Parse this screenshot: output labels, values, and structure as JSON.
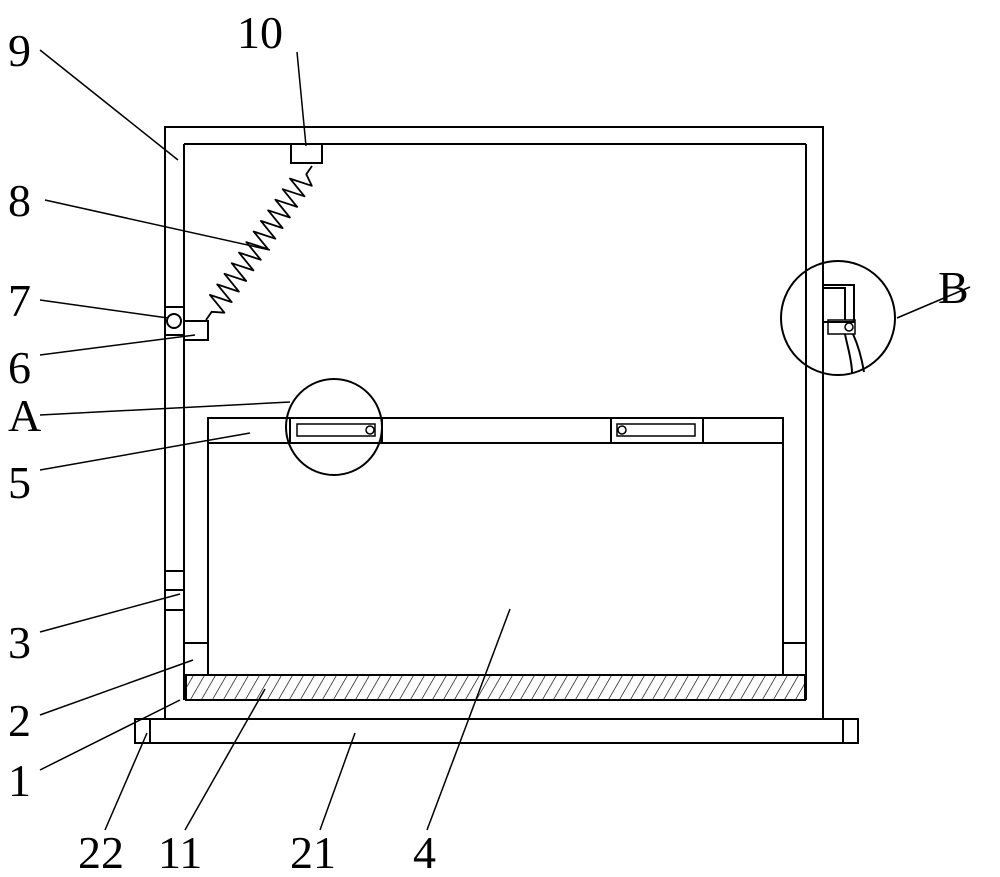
{
  "diagram": {
    "labels": {
      "l1": "1",
      "l2": "2",
      "l3": "3",
      "l4": "4",
      "l5": "5",
      "l6": "6",
      "l7": "7",
      "l8": "8",
      "l9": "9",
      "l10": "10",
      "l11": "11",
      "l21": "21",
      "l22": "22",
      "lA": "A",
      "lB": "B"
    }
  }
}
